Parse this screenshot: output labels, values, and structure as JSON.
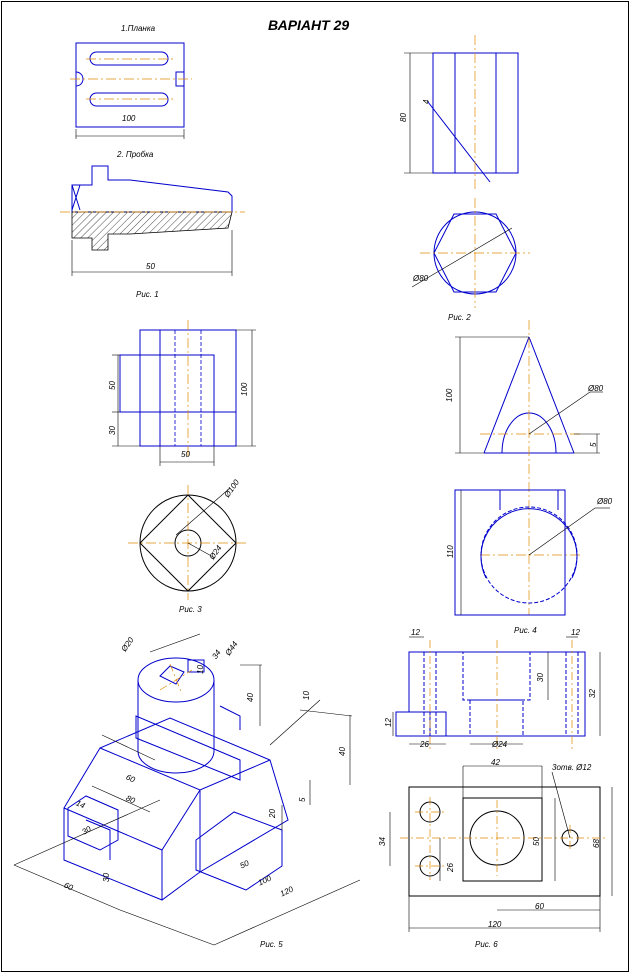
{
  "title": "ВАРІАНТ 29",
  "fig1": {
    "part1_label": "1.Планка",
    "part2_label": "2. Пробка",
    "dim_100": "100",
    "dim_50": "50",
    "caption": "Рис. 1"
  },
  "fig2": {
    "dim_80": "80",
    "dim_r": "4",
    "dim_dia": "Ø80",
    "caption": "Рис. 2"
  },
  "fig3": {
    "dim_50_left": "50",
    "dim_30_left": "30",
    "dim_100_right": "100",
    "dim_50_bottom": "50",
    "dim_dia_outer": "Ø100",
    "dim_dia_inner": "Ø24",
    "caption": "Рис. 3"
  },
  "fig4": {
    "dim_100": "100",
    "dim_dia_top": "Ø80",
    "dim_5": "5",
    "dim_110": "110",
    "dim_dia_bottom": "Ø80",
    "caption": "Рис. 4"
  },
  "fig5": {
    "dim_dia_a": "Ø20",
    "dim_dia_b": "Ø44",
    "dim_10_top": "10",
    "dim_34": "34",
    "dim_40_left": "40",
    "dim_10_right": "10",
    "dim_40_right": "40",
    "dim_60_a": "60",
    "dim_80": "80",
    "dim_14": "14",
    "dim_30_a": "30",
    "dim_5": "5",
    "dim_20": "20",
    "dim_50": "50",
    "dim_30_b": "30",
    "dim_100": "100",
    "dim_120": "120",
    "dim_60_b": "60",
    "caption": "Рис. 5"
  },
  "fig6": {
    "dim_12_left": "12",
    "dim_12_right": "12",
    "dim_30": "30",
    "dim_32": "32",
    "dim_12_side": "12",
    "dim_26_bottom": "26",
    "dim_dia_bottom": "Ø24",
    "dim_42": "42",
    "note_holes": "3отв. Ø12",
    "dim_34": "34",
    "dim_50": "50",
    "dim_68": "68",
    "dim_26_plan": "26",
    "dim_60": "60",
    "dim_120": "120",
    "caption": "Рис. 6"
  },
  "colors": {
    "outline": "#0000cc",
    "dimension": "#000000",
    "axis": "#e08a00",
    "hatch": "#000000"
  }
}
